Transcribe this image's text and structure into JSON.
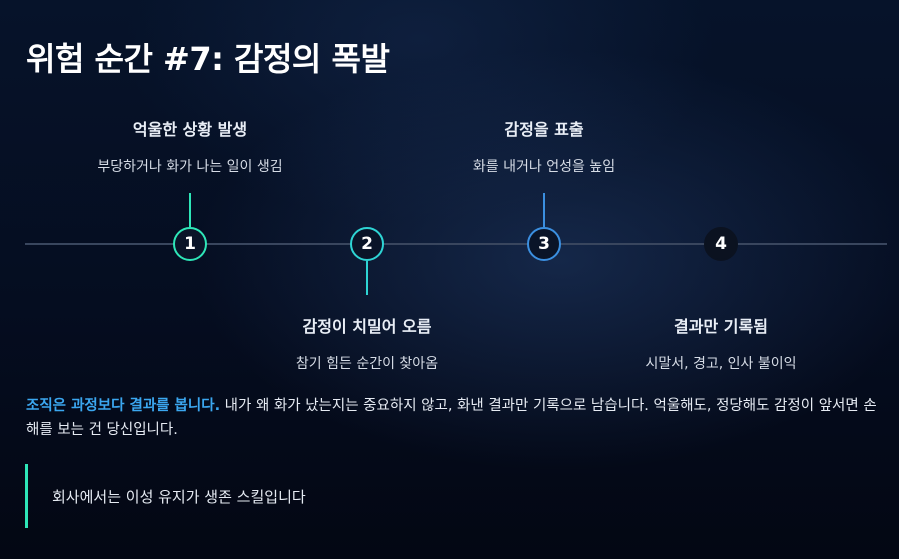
{
  "title": "위험 순간 #7: 감정의 폭발",
  "steps": [
    {
      "number": "1",
      "title": "억울한 상황 발생",
      "desc": "부당하거나 화가 나는 일이 생김"
    },
    {
      "number": "2",
      "title": "감정이 치밀어 오름",
      "desc": "참기 힘든 순간이 찾아옴"
    },
    {
      "number": "3",
      "title": "감정을 표출",
      "desc": "화를 내거나 언성을 높임"
    },
    {
      "number": "4",
      "title": "결과만 기록됨",
      "desc": "시말서, 경고, 인사 불이익"
    }
  ],
  "paragraph": {
    "highlight": "조직은 과정보다 결과를 봅니다.",
    "rest": " 내가 왜 화가 났는지는 중요하지 않고, 화낸 결과만 기록으로 남습니다. 억울해도, 정당해도 감정이 앞서면 손해를 보는 건 당신입니다."
  },
  "quote": "회사에서는 이성 유지가 생존 스킬입니다",
  "colors": {
    "accent_green": "#2ee6b8",
    "accent_cyan": "#2ed4d4",
    "accent_blue": "#3b8fe0",
    "highlight_text": "#3ba7f0",
    "background": "#050d20"
  }
}
